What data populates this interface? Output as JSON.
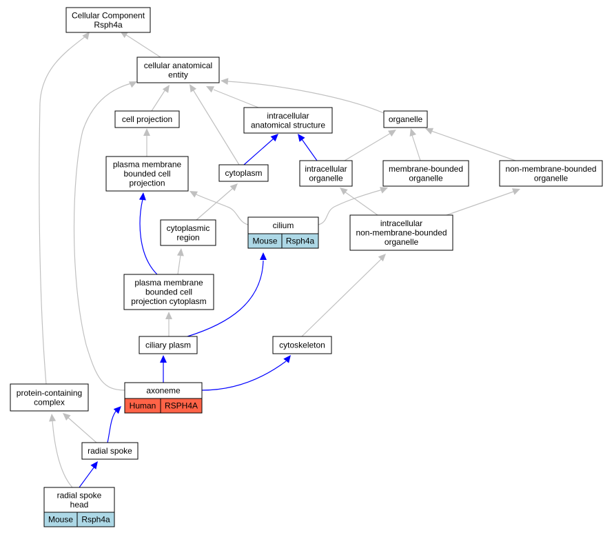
{
  "colors": {
    "node_fill": "#ffffff",
    "node_stroke": "#000000",
    "edge_is_a": "#c0c0c0",
    "edge_part_of": "#0000ff",
    "species_mouse": "#add8e6",
    "species_human": "#ff6347"
  },
  "nodes": {
    "cellular_component": {
      "lines": [
        "Cellular Component",
        "Rsph4a"
      ]
    },
    "cellular_anatomical_entity": {
      "lines": [
        "cellular anatomical",
        "entity"
      ]
    },
    "cell_projection": {
      "lines": [
        "cell projection"
      ]
    },
    "intracellular_anatomical_structure": {
      "lines": [
        "intracellular",
        "anatomical structure"
      ]
    },
    "organelle": {
      "lines": [
        "organelle"
      ]
    },
    "plasma_membrane_bounded_cell_projection": {
      "lines": [
        "plasma membrane",
        "bounded cell",
        "projection"
      ]
    },
    "cytoplasm": {
      "lines": [
        "cytoplasm"
      ]
    },
    "intracellular_organelle": {
      "lines": [
        "intracellular",
        "organelle"
      ]
    },
    "membrane_bounded_organelle": {
      "lines": [
        "membrane-bounded",
        "organelle"
      ]
    },
    "non_membrane_bounded_organelle": {
      "lines": [
        "non-membrane-bounded",
        "organelle"
      ]
    },
    "cytoplasmic_region": {
      "lines": [
        "cytoplasmic",
        "region"
      ]
    },
    "cilium": {
      "lines": [
        "cilium"
      ],
      "species": "Mouse",
      "gene": "Rsph4a"
    },
    "intracellular_non_membrane_bounded_organelle": {
      "lines": [
        "intracellular",
        "non-membrane-bounded",
        "organelle"
      ]
    },
    "plasma_membrane_bounded_cell_projection_cytoplasm": {
      "lines": [
        "plasma membrane",
        "bounded cell",
        "projection cytoplasm"
      ]
    },
    "ciliary_plasm": {
      "lines": [
        "ciliary plasm"
      ]
    },
    "cytoskeleton": {
      "lines": [
        "cytoskeleton"
      ]
    },
    "axoneme": {
      "lines": [
        "axoneme"
      ],
      "species": "Human",
      "gene": "RSPH4A"
    },
    "protein_containing_complex": {
      "lines": [
        "protein-containing",
        "complex"
      ]
    },
    "radial_spoke": {
      "lines": [
        "radial spoke"
      ]
    },
    "radial_spoke_head": {
      "lines": [
        "radial spoke",
        "head"
      ],
      "species": "Mouse",
      "gene": "Rsph4a"
    }
  },
  "edges": [
    {
      "from": "cellular_anatomical_entity",
      "to": "cellular_component",
      "type": "is_a"
    },
    {
      "from": "protein_containing_complex",
      "to": "cellular_component",
      "type": "is_a"
    },
    {
      "from": "cell_projection",
      "to": "cellular_anatomical_entity",
      "type": "is_a"
    },
    {
      "from": "intracellular_anatomical_structure",
      "to": "cellular_anatomical_entity",
      "type": "is_a"
    },
    {
      "from": "organelle",
      "to": "cellular_anatomical_entity",
      "type": "is_a"
    },
    {
      "from": "cytoplasm",
      "to": "cellular_anatomical_entity",
      "type": "is_a"
    },
    {
      "from": "axoneme",
      "to": "cellular_anatomical_entity",
      "type": "is_a"
    },
    {
      "from": "plasma_membrane_bounded_cell_projection",
      "to": "cell_projection",
      "type": "is_a"
    },
    {
      "from": "cytoplasm",
      "to": "intracellular_anatomical_structure",
      "type": "part_of"
    },
    {
      "from": "intracellular_organelle",
      "to": "intracellular_anatomical_structure",
      "type": "part_of"
    },
    {
      "from": "intracellular_organelle",
      "to": "organelle",
      "type": "is_a"
    },
    {
      "from": "membrane_bounded_organelle",
      "to": "organelle",
      "type": "is_a"
    },
    {
      "from": "non_membrane_bounded_organelle",
      "to": "organelle",
      "type": "is_a"
    },
    {
      "from": "cilium",
      "to": "plasma_membrane_bounded_cell_projection",
      "type": "is_a"
    },
    {
      "from": "cilium",
      "to": "membrane_bounded_organelle",
      "type": "is_a"
    },
    {
      "from": "cytoplasmic_region",
      "to": "cytoplasm",
      "type": "is_a"
    },
    {
      "from": "intracellular_non_membrane_bounded_organelle",
      "to": "intracellular_organelle",
      "type": "is_a"
    },
    {
      "from": "intracellular_non_membrane_bounded_organelle",
      "to": "non_membrane_bounded_organelle",
      "type": "is_a"
    },
    {
      "from": "plasma_membrane_bounded_cell_projection_cytoplasm",
      "to": "plasma_membrane_bounded_cell_projection",
      "type": "part_of"
    },
    {
      "from": "plasma_membrane_bounded_cell_projection_cytoplasm",
      "to": "cytoplasmic_region",
      "type": "is_a"
    },
    {
      "from": "ciliary_plasm",
      "to": "plasma_membrane_bounded_cell_projection_cytoplasm",
      "type": "is_a"
    },
    {
      "from": "ciliary_plasm",
      "to": "cilium",
      "type": "part_of"
    },
    {
      "from": "cytoskeleton",
      "to": "intracellular_non_membrane_bounded_organelle",
      "type": "is_a"
    },
    {
      "from": "axoneme",
      "to": "ciliary_plasm",
      "type": "part_of"
    },
    {
      "from": "axoneme",
      "to": "cytoskeleton",
      "type": "part_of"
    },
    {
      "from": "radial_spoke",
      "to": "axoneme",
      "type": "part_of"
    },
    {
      "from": "radial_spoke",
      "to": "protein_containing_complex",
      "type": "is_a"
    },
    {
      "from": "radial_spoke_head",
      "to": "protein_containing_complex",
      "type": "is_a"
    },
    {
      "from": "radial_spoke_head",
      "to": "radial_spoke",
      "type": "part_of"
    }
  ]
}
